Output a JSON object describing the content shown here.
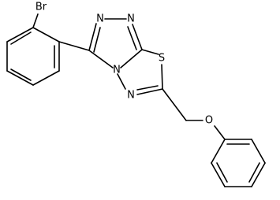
{
  "atoms": {
    "bromine": "Br",
    "triazole_n_top_left": "N",
    "triazole_n_top_right": "N",
    "bridgehead_n": "N",
    "thiadiazole_s": "S",
    "thiadiazole_n": "N",
    "ether_o": "O"
  },
  "colors": {
    "bond": "#000000",
    "label": "#000000",
    "background": "#ffffff"
  }
}
